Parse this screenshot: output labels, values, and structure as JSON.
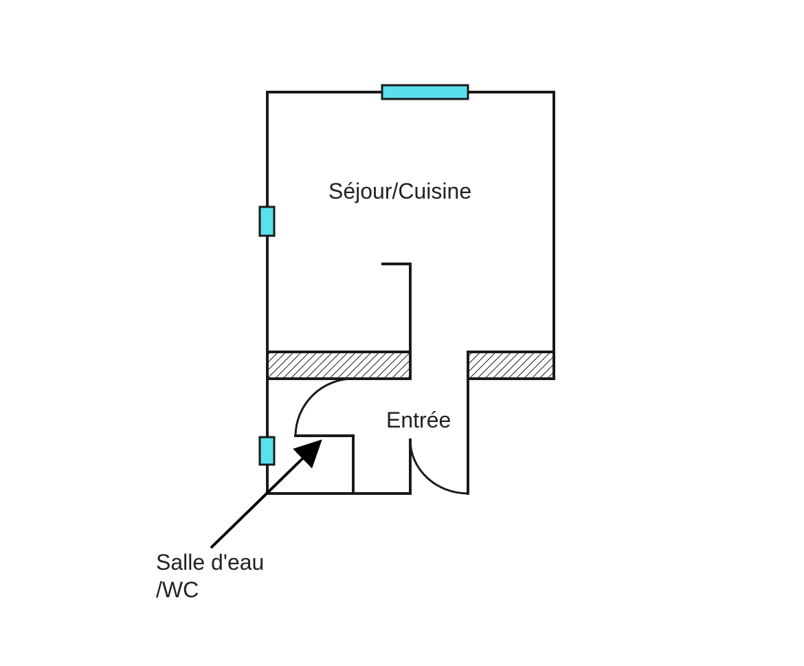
{
  "plan": {
    "rooms": [
      {
        "label": "Séjour/Cuisine"
      },
      {
        "label": "Entrée"
      }
    ],
    "callout": {
      "line1": "Salle d'eau",
      "line2": "/WC"
    },
    "colors": {
      "wall": "#1a1a1a",
      "window": "#5ae0ec",
      "background": "#ffffff"
    }
  }
}
